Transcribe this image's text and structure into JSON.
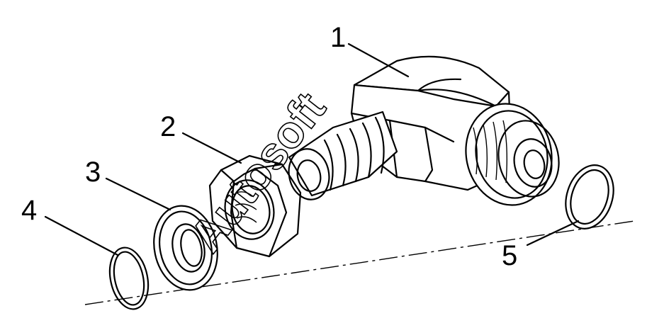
{
  "callouts": {
    "part1": "1",
    "part2": "2",
    "part3": "3",
    "part4": "4",
    "part5": "5"
  },
  "watermark": "Autosoft",
  "colors": {
    "ink": "#000000",
    "background": "#ffffff"
  }
}
